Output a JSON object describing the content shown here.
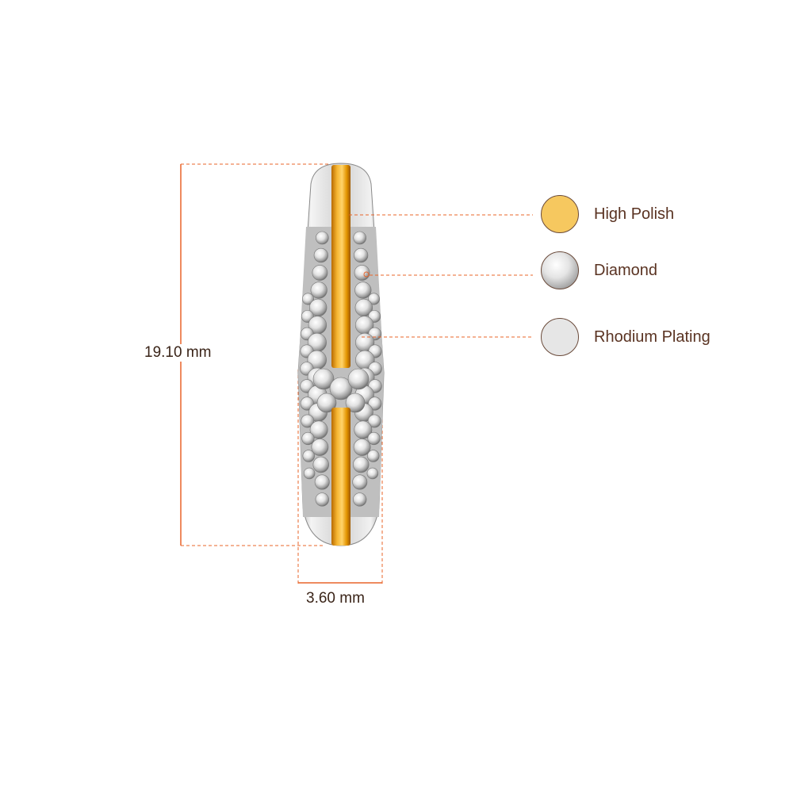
{
  "dimensions": {
    "height_label": "19.10 mm",
    "width_label": "3.60 mm"
  },
  "legend": [
    {
      "label": "High Polish",
      "swatch": "gold-swatch",
      "color": "#f6c85f"
    },
    {
      "label": "Diamond",
      "swatch": "diamond-swatch",
      "color": "#ececec"
    },
    {
      "label": "Rhodium Plating",
      "swatch": "rhodium-swatch",
      "color": "#e6e6e6"
    }
  ],
  "colors": {
    "annotation": "#e8642a",
    "gold": "#f0a820",
    "gold_dark": "#b86a00",
    "metal": "#d8d8d8",
    "text": "#5a3322"
  }
}
